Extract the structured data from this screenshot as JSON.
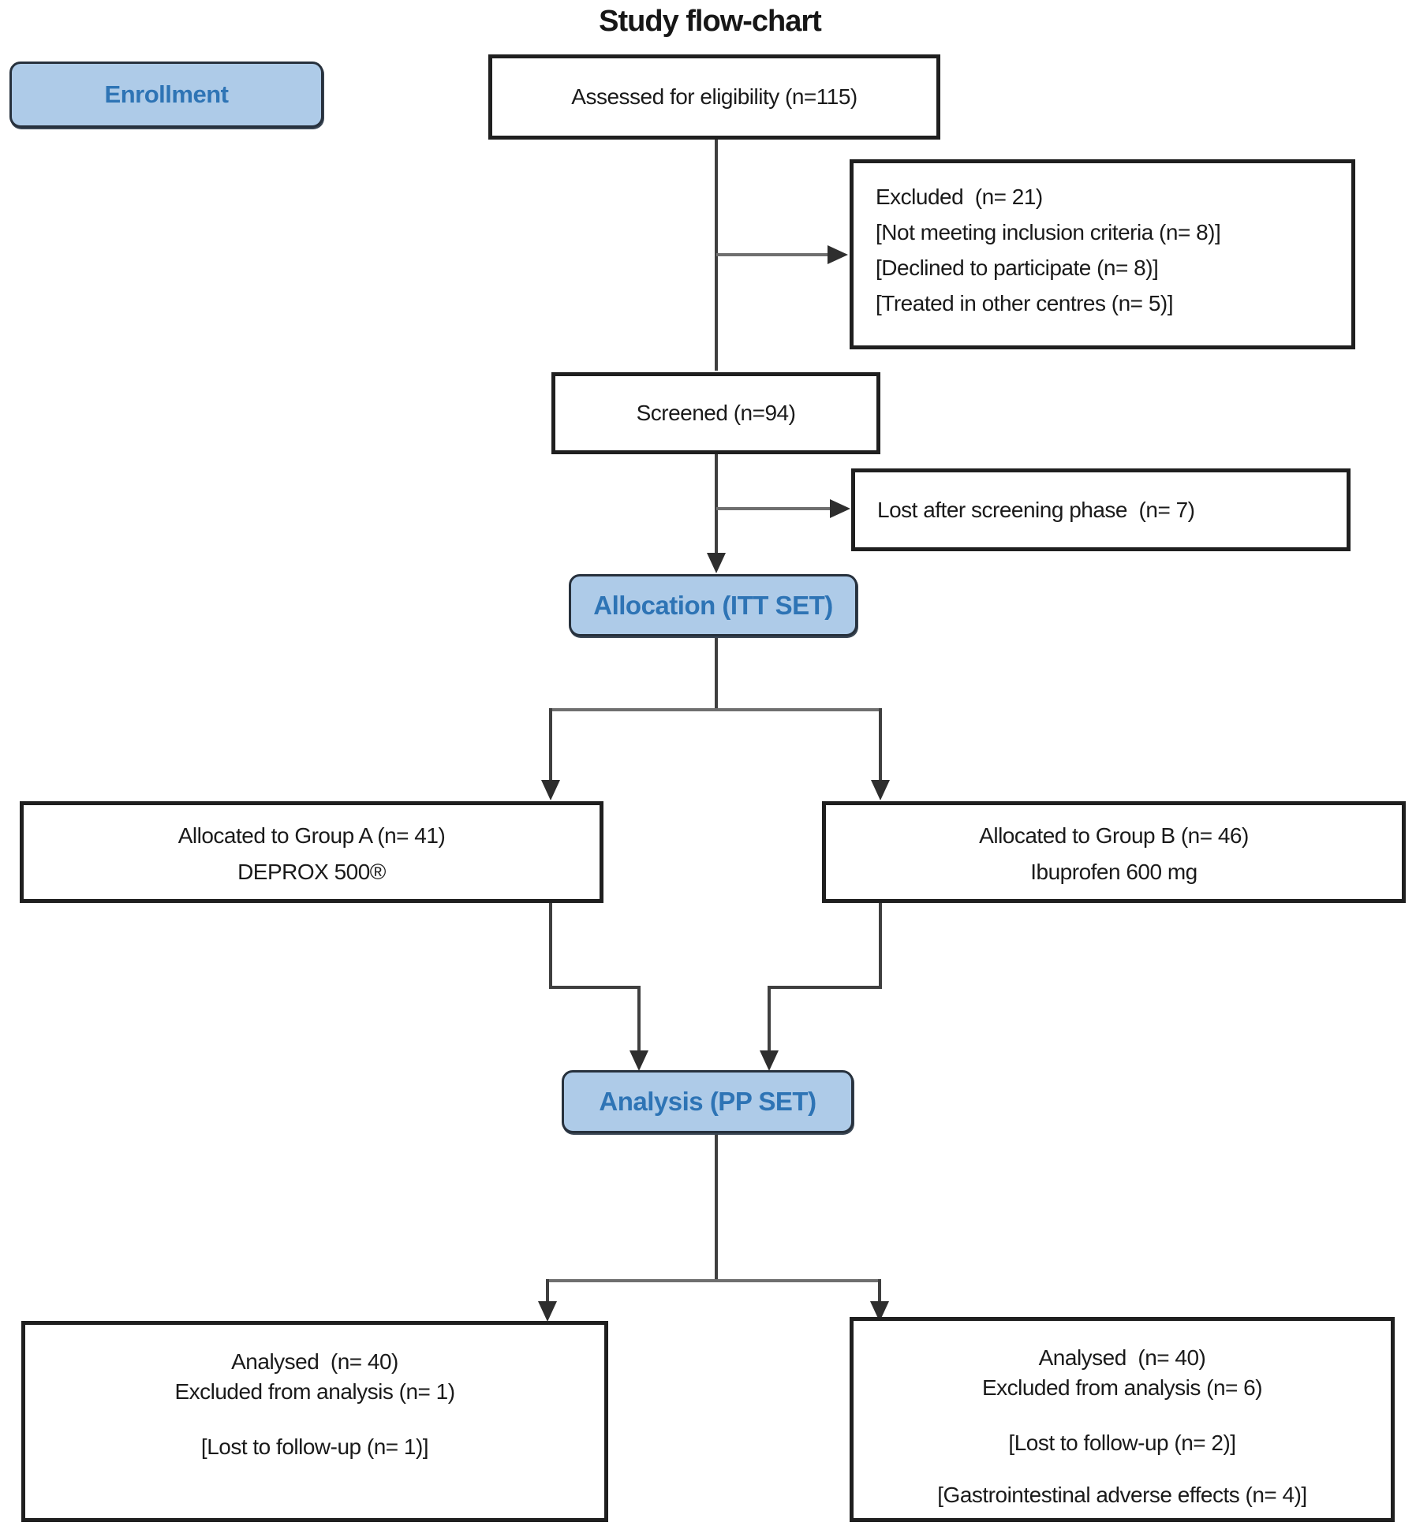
{
  "title": "Study flow-chart",
  "colors": {
    "stage_fill": "#aecbe8",
    "stage_text": "#2e74b5",
    "box_border": "#1f1f1f",
    "connector": "#4a4a4a"
  },
  "stages": {
    "enrollment": {
      "label": "Enrollment"
    },
    "allocation": {
      "label": "Allocation (ITT SET)"
    },
    "analysis": {
      "label": "Analysis (PP SET)"
    }
  },
  "boxes": {
    "assessed": {
      "text": "Assessed for eligibility (n=115)"
    },
    "excluded": {
      "line1": "Excluded  (n= 21)",
      "line2": "[Not meeting inclusion criteria (n= 8)]",
      "line3": "[Declined to participate (n= 8)]",
      "line4": "[Treated in other centres (n= 5)]"
    },
    "screened": {
      "text": "Screened (n=94)"
    },
    "lost_screening": {
      "text": "Lost after screening phase  (n= 7)"
    },
    "group_a": {
      "line1": "Allocated to Group A (n= 41)",
      "line2": "DEPROX 500®"
    },
    "group_b": {
      "line1": "Allocated to Group B (n= 46)",
      "line2": "Ibuprofen 600 mg"
    },
    "analysed_a": {
      "line1": "Analysed  (n= 40)",
      "line2": "Excluded from analysis (n= 1)",
      "line3": "[Lost to follow-up (n= 1)]"
    },
    "analysed_b": {
      "line1": "Analysed  (n= 40)",
      "line2": "Excluded from analysis (n= 6)",
      "line3": "[Lost to follow-up (n= 2)]",
      "line4": "[Gastrointestinal adverse effects (n= 4)]"
    }
  }
}
